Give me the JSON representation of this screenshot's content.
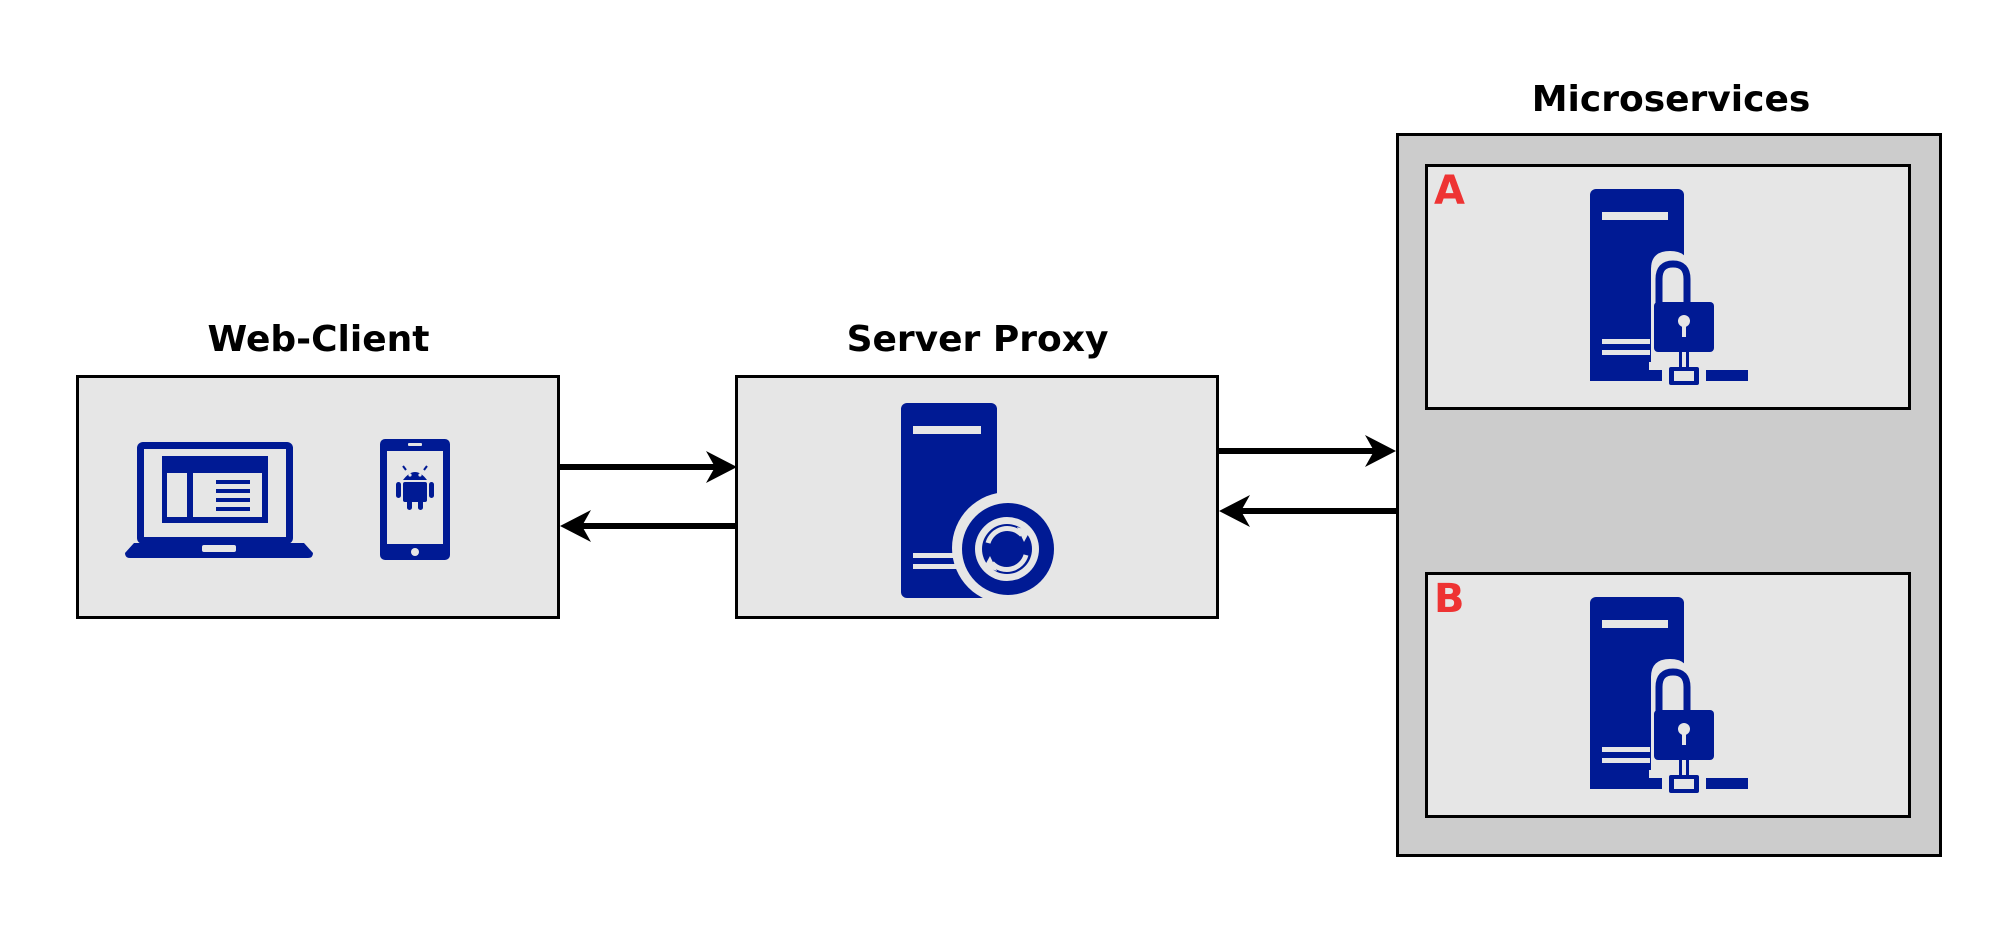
{
  "colors": {
    "icon": "#001a94",
    "box_fill": "#e6e6e6",
    "group_fill": "#cccccc",
    "label_red": "#ee3333"
  },
  "web_client": {
    "title": "Web-Client",
    "icons": [
      "laptop-icon",
      "android-tablet-icon"
    ]
  },
  "server_proxy": {
    "title": "Server Proxy",
    "icons": [
      "server-sync-icon"
    ]
  },
  "microservices": {
    "title": "Microservices",
    "services": [
      {
        "label": "A",
        "icon": "secure-server-icon"
      },
      {
        "label": "B",
        "icon": "secure-server-icon"
      }
    ]
  },
  "connections": [
    {
      "from": "Web-Client",
      "to": "Server Proxy"
    },
    {
      "from": "Server Proxy",
      "to": "Web-Client"
    },
    {
      "from": "Server Proxy",
      "to": "Microservices"
    },
    {
      "from": "Microservices",
      "to": "Server Proxy"
    }
  ]
}
